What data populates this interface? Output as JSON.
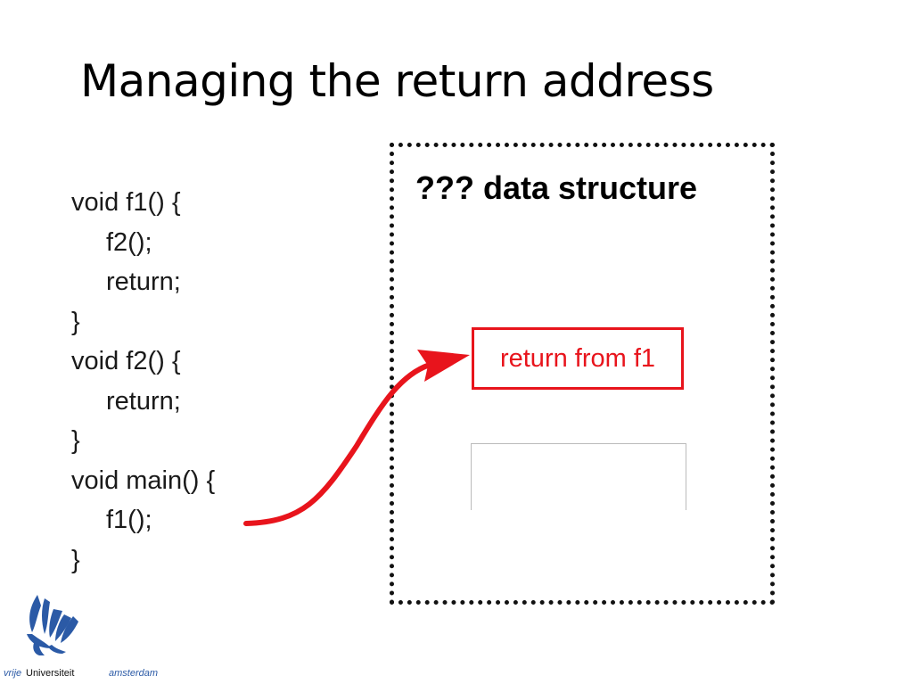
{
  "slide": {
    "title": "Managing the return address"
  },
  "code": [
    "void f1() {",
    "f2();",
    "return;",
    "}",
    "void f2() {",
    "return;",
    "}",
    "void main() {",
    "f1();",
    "}"
  ],
  "diagram": {
    "title": "??? data structure",
    "slot_label": "return from f1",
    "accent_color": "#e8141c"
  },
  "branding": {
    "vrije": "vrije",
    "universiteit": "Universiteit",
    "amsterdam": "amsterdam",
    "logo_icon": "griffin-logo-icon",
    "brand_color": "#2b5aa6"
  }
}
